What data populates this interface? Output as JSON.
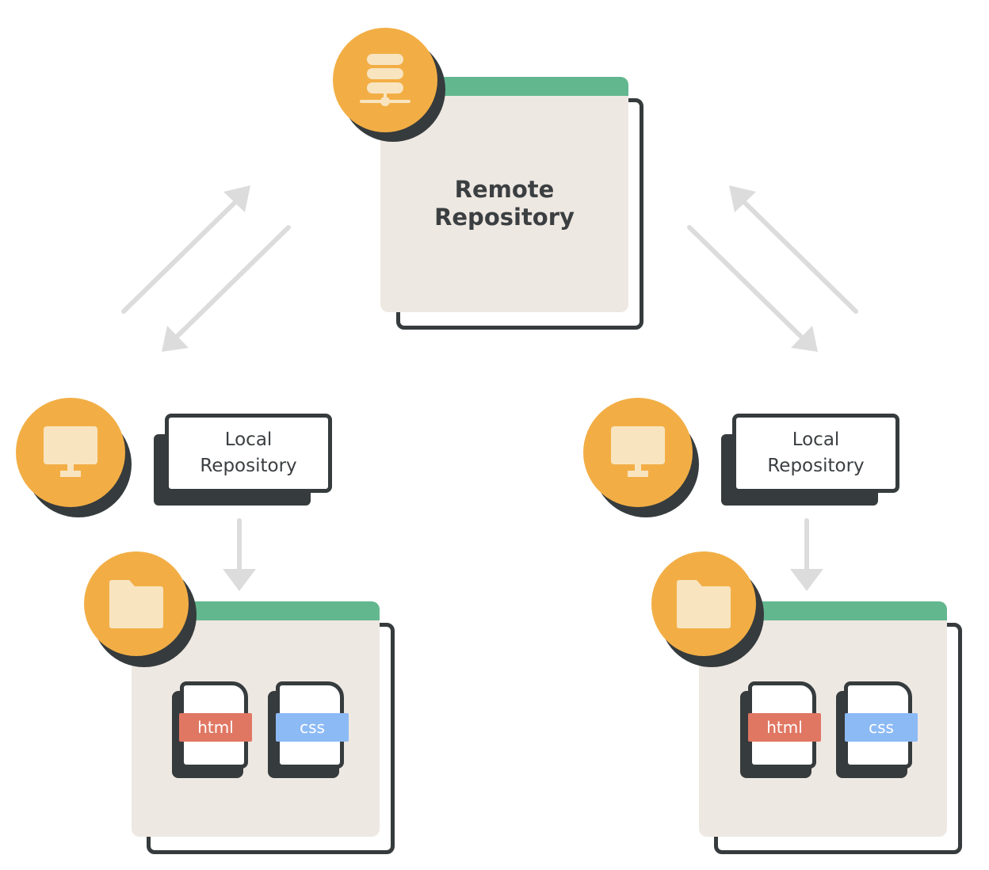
{
  "remote": {
    "label_line1": "Remote",
    "label_line2": "Repository",
    "icon": "server-icon"
  },
  "locals": [
    {
      "label_line1": "Local",
      "label_line2": "Repository",
      "computer_icon": "monitor-icon",
      "folder_icon": "folder-icon",
      "files": [
        {
          "label": "html",
          "color": "#e07763"
        },
        {
          "label": "css",
          "color": "#8cbaf5"
        }
      ]
    },
    {
      "label_line1": "Local",
      "label_line2": "Repository",
      "computer_icon": "monitor-icon",
      "folder_icon": "folder-icon",
      "files": [
        {
          "label": "html",
          "color": "#e07763"
        },
        {
          "label": "css",
          "color": "#8cbaf5"
        }
      ]
    }
  ],
  "colors": {
    "badge": "#f2ae45",
    "badge_icon": "#f9e4c0",
    "window_bar": "#63b78f",
    "window_body": "#eee8e2",
    "outline": "#363b3d",
    "arrow": "#dcdcdc"
  }
}
